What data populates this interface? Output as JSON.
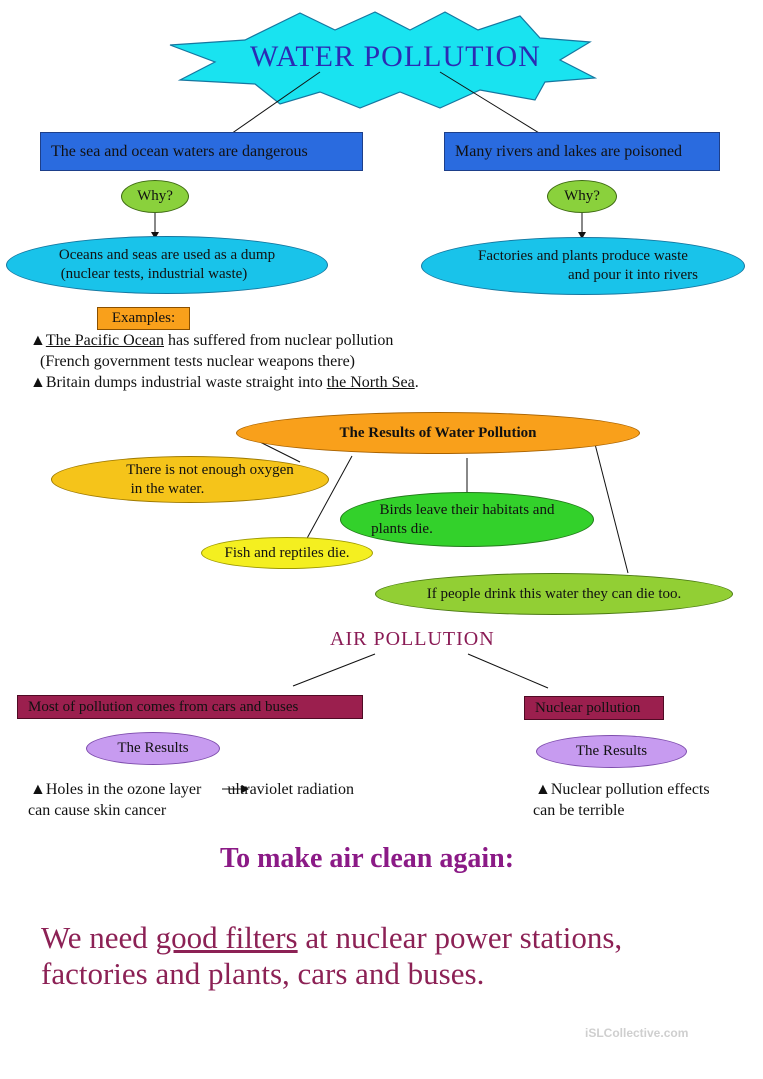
{
  "title": "WATER POLLUTION",
  "colors": {
    "star": "#19e3f0",
    "title": "#2b2bb4",
    "blue_box": "#2a6bdf",
    "why": "#8ad13c",
    "cyan": "#19c3ea",
    "orange": "#f9a01b",
    "maroon": "#9b1f4e",
    "violet": "#c79bf0",
    "clean": "#8b1a86"
  },
  "left_box": "The sea and ocean waters are dangerous",
  "right_box": "Many rivers and lakes are poisoned",
  "why_label": "Why?",
  "left_reason": {
    "line1": "Oceans and seas are used as a dump",
    "line2": "(nuclear tests, industrial waste)"
  },
  "right_reason": {
    "line1": "Factories and plants produce waste",
    "line2": "and pour it into rivers"
  },
  "examples_label": "Examples:",
  "examples": {
    "bullet": "▲",
    "item1_link": "The Pacific Ocean",
    "item1_rest": " has suffered from nuclear pollution",
    "item1_note": "(French government tests nuclear weapons there)",
    "item2_text": "Britain dumps industrial waste straight into ",
    "item2_link": "the North Sea",
    "item2_end": "."
  },
  "results_title": "The Results of Water Pollution",
  "results": {
    "oxygen": {
      "line1": "There is not enough oxygen",
      "line2": "in the water."
    },
    "birds": {
      "line1": "Birds leave their habitats and",
      "line2": "plants die."
    },
    "fish": "Fish and reptiles die.",
    "drink": "If people drink this water they can die too."
  },
  "air_title": "AIR POLLUTION",
  "air_left_box": "Most of pollution comes from cars and buses",
  "air_right_box": "Nuclear pollution",
  "results_label": "The Results",
  "air_left_effect": {
    "bullet": "▲",
    "line1a": "Holes in the ozone layer",
    "line1b": "ultraviolet radiation",
    "line2": "can cause skin cancer"
  },
  "air_right_effect": {
    "bullet": "▲",
    "line1": "Nuclear pollution effects",
    "line2": "can be terrible"
  },
  "clean_heading": "To make air clean again:",
  "clean_body": {
    "pre": "We need ",
    "link": "good filters",
    "post": " at nuclear power stations,",
    "line2": "factories and plants, cars and buses."
  },
  "watermark": "iSLCollective.com"
}
